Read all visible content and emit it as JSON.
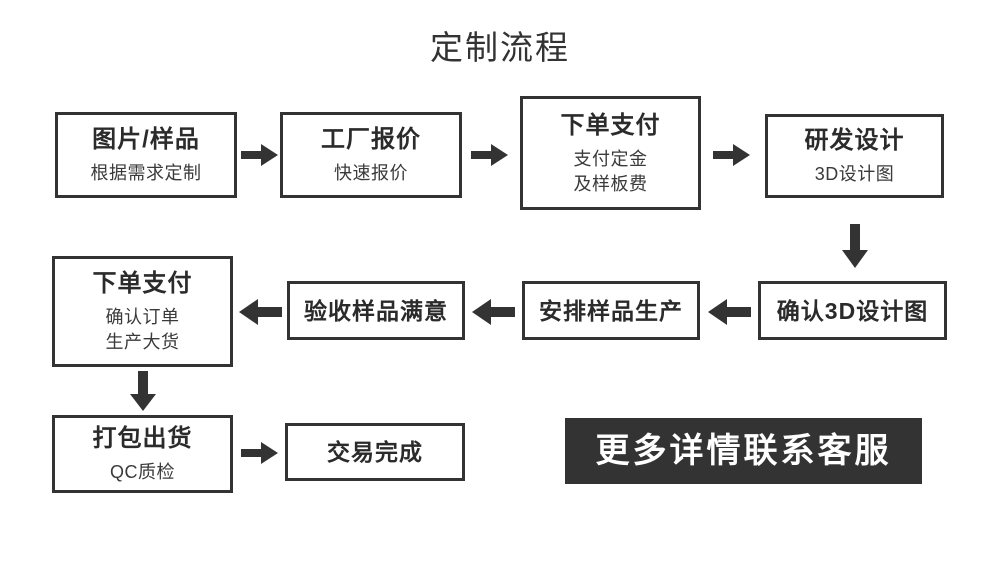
{
  "page": {
    "title": "定制流程",
    "background_color": "#ffffff",
    "line_color": "#333333"
  },
  "flow": {
    "row1": [
      {
        "title": "图片/样品",
        "sub1": "根据需求定制",
        "sub2": ""
      },
      {
        "title": "工厂报价",
        "sub1": "快速报价",
        "sub2": ""
      },
      {
        "title": "下单支付",
        "sub1": "支付定金",
        "sub2": "及样板费"
      },
      {
        "title": "研发设计",
        "sub1": "3D设计图",
        "sub2": ""
      }
    ],
    "row2": [
      {
        "title": "下单支付",
        "sub1": "确认订单",
        "sub2": "生产大货"
      },
      {
        "title": "验收样品满意",
        "sub1": "",
        "sub2": ""
      },
      {
        "title": "安排样品生产",
        "sub1": "",
        "sub2": ""
      },
      {
        "title": "确认3D设计图",
        "sub1": "",
        "sub2": ""
      }
    ],
    "row3": [
      {
        "title": "打包出货",
        "sub1": "QC质检",
        "sub2": ""
      },
      {
        "title": "交易完成",
        "sub1": "",
        "sub2": ""
      }
    ],
    "arrows": [
      {
        "name": "arrow-right-1",
        "direction": "right"
      },
      {
        "name": "arrow-right-2",
        "direction": "right"
      },
      {
        "name": "arrow-right-3",
        "direction": "right"
      },
      {
        "name": "arrow-down-1",
        "direction": "down"
      },
      {
        "name": "arrow-left-1",
        "direction": "left"
      },
      {
        "name": "arrow-left-2",
        "direction": "left"
      },
      {
        "name": "arrow-left-3",
        "direction": "left"
      },
      {
        "name": "arrow-down-2",
        "direction": "down"
      },
      {
        "name": "arrow-right-4",
        "direction": "right"
      }
    ]
  },
  "cta": {
    "label": "更多详情联系客服",
    "background_color": "#333333",
    "text_color": "#ffffff"
  }
}
